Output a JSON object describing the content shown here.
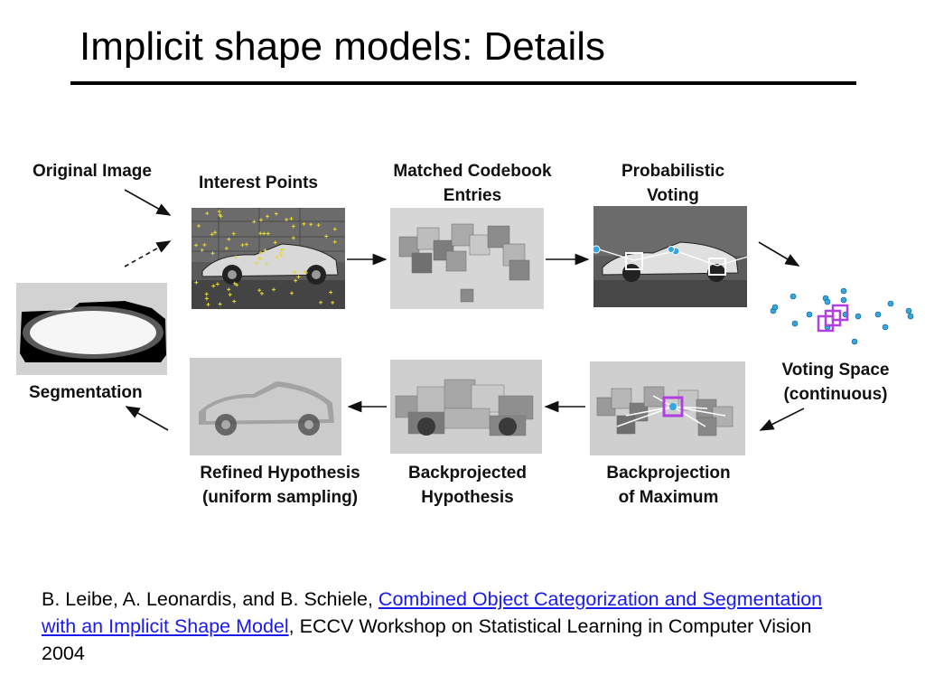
{
  "slide": {
    "title": "Implicit shape models: Details"
  },
  "diagram": {
    "labels": {
      "original_image": "Original Image",
      "interest_points": "Interest Points",
      "matched_codebook_line1": "Matched Codebook",
      "matched_codebook_line2": "Entries",
      "probabilistic_voting_line1": "Probabilistic",
      "probabilistic_voting_line2": "Voting",
      "voting_space_line1": "Voting Space",
      "voting_space_line2": "(continuous)",
      "backprojection_max_line1": "Backprojection",
      "backprojection_max_line2": "of Maximum",
      "backprojected_hyp_line1": "Backprojected",
      "backprojected_hyp_line2": "Hypothesis",
      "refined_hyp_line1": "Refined Hypothesis",
      "refined_hyp_line2": "(uniform sampling)",
      "segmentation": "Segmentation"
    },
    "colors": {
      "interest_point": "#e6d93a",
      "vote_point": "#35a7e0",
      "maximum_box": "#b040e0",
      "arrow": "#111111"
    }
  },
  "citation": {
    "authors": "B. Leibe, A. Leonardis, and B. Schiele, ",
    "link_text": "Combined Object Categorization and Segmentation with an Implicit Shape Model",
    "venue": ", ECCV Workshop on Statistical Learning in Computer Vision 2004"
  }
}
